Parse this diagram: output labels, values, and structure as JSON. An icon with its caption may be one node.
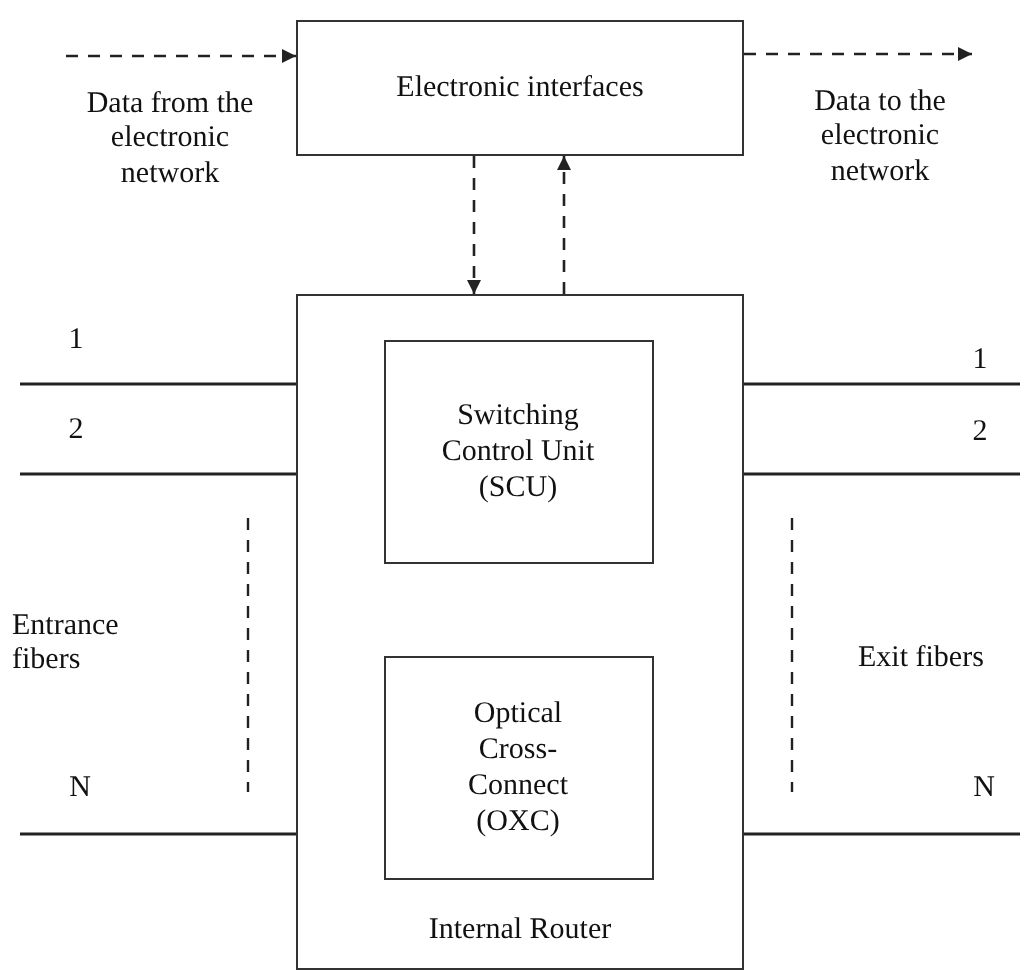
{
  "diagram": {
    "nodes": [
      {
        "text": [
          "Electronic interfaces"
        ]
      },
      {
        "text": [
          "Internal Router"
        ]
      },
      {
        "text": [
          "Switching Control Unit (SCU)"
        ],
        "in": 1
      },
      {
        "text": [
          "Optical Cross-Connect (OXC)"
        ],
        "in": 1
      }
    ],
    "edges": [
      {
        "from": null,
        "to": 0,
        "arrow": "to",
        "style": "dashed",
        "label": "Data from the electronic network"
      },
      {
        "from": 0,
        "to": null,
        "arrow": "to",
        "style": "dashed",
        "label": "Data to the electronic network"
      },
      {
        "from": 0,
        "to": 1,
        "arrow": "to",
        "style": "dashed"
      },
      {
        "from": 1,
        "to": 0,
        "arrow": "to",
        "style": "dashed"
      },
      {
        "from": null,
        "to": 1,
        "arrow": "none",
        "label": "1"
      },
      {
        "from": null,
        "to": 1,
        "arrow": "none",
        "label": "2"
      },
      {
        "from": null,
        "to": 1,
        "arrow": "none",
        "label": "N"
      },
      {
        "from": 1,
        "to": null,
        "arrow": "none",
        "label": "1"
      },
      {
        "from": 1,
        "to": null,
        "arrow": "none",
        "label": "2"
      },
      {
        "from": 1,
        "to": null,
        "arrow": "none",
        "label": "N"
      }
    ],
    "labels": [
      "Entrance fibers",
      "Exit fibers"
    ]
  }
}
